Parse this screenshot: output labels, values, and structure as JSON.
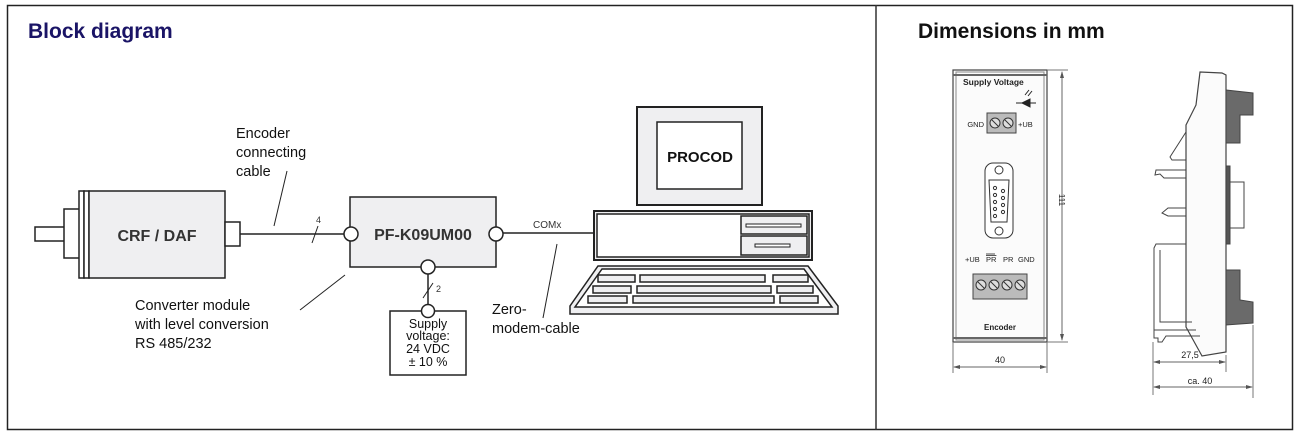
{
  "block_diagram": {
    "title": "Block diagram",
    "encoder_label": "CRF / DAF",
    "converter_label": "PF-K09UM00",
    "pc_screen_label": "PROCOD",
    "encoder_cable_annotation": [
      "Encoder",
      "connecting",
      "cable"
    ],
    "encoder_cable_wire_count": "4",
    "converter_annotation": [
      "Converter module",
      "with level conversion",
      "RS 485/232"
    ],
    "supply_wire_count": "2",
    "supply_box_lines": [
      "Supply",
      "voltage:",
      "24 VDC",
      "± 10 %"
    ],
    "com_port_label": "COMx",
    "modem_cable_annotation": [
      "Zero-",
      "modem-cable"
    ]
  },
  "dimensions": {
    "title": "Dimensions in mm",
    "front_view": {
      "header_label": "Supply Voltage",
      "supply_terminal_left": "GND",
      "supply_terminal_right": "+UB",
      "encoder_terminal_labels": [
        "+UB",
        "PR",
        "PR",
        "GND"
      ],
      "encoder_terminal_overline_index": 1,
      "footer_label": "Encoder",
      "height_dimension": "111",
      "width_dimension": "40"
    },
    "side_view": {
      "depth_dimension": "27,5",
      "total_depth_dimension": "ca. 40"
    }
  },
  "colors": {
    "title_blue": "#1a1466",
    "box_fill": "#efeff1",
    "line": "#222222",
    "connector_dark": "#6a6a6a"
  }
}
